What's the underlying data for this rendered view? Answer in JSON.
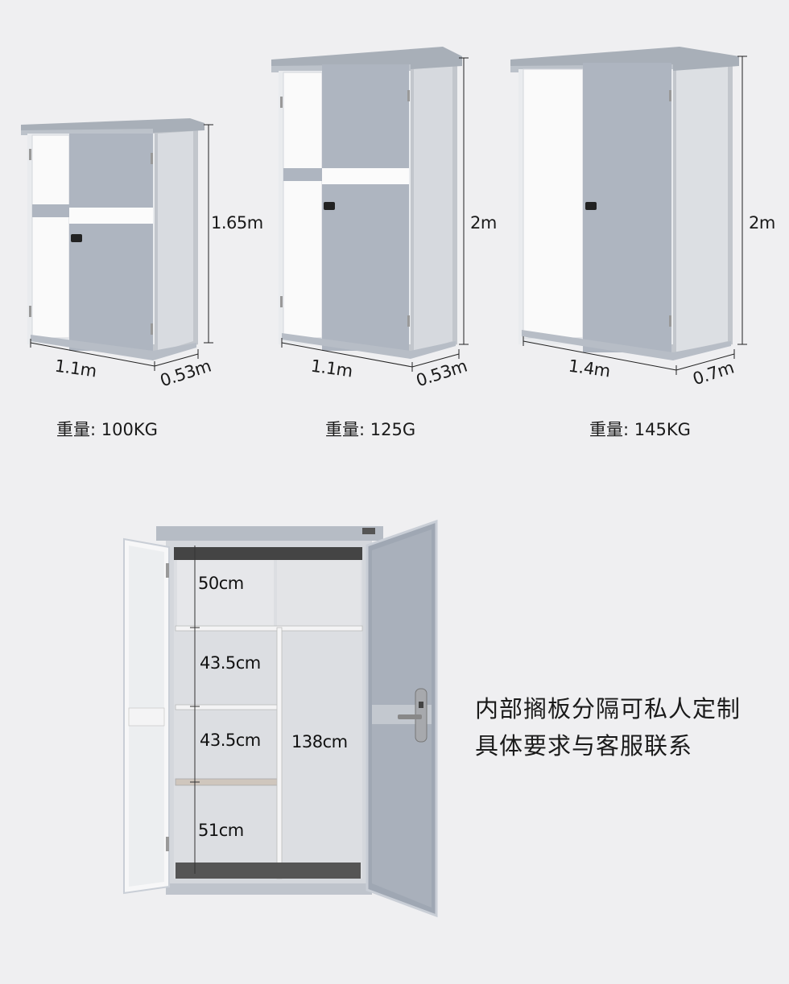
{
  "cabinets": [
    {
      "height": "1.65m",
      "width": "1.1m",
      "depth": "0.53m",
      "weight": "重量: 100KG"
    },
    {
      "height": "2m",
      "width": "1.1m",
      "depth": "0.53m",
      "weight": "重量: 125G"
    },
    {
      "height": "2m",
      "width": "1.4m",
      "depth": "0.7m",
      "weight": "重量: 145KG"
    }
  ],
  "interior": {
    "shelf_1": "50cm",
    "shelf_2": "43.5cm",
    "shelf_3": "43.5cm",
    "shelf_4": "51cm",
    "hanging": "138cm"
  },
  "note": {
    "line1": "内部搁板分隔可私人定制",
    "line2": "具体要求与客服联系"
  },
  "colors": {
    "background": "#efeff1",
    "panel_gray": "#aeb5c0",
    "panel_white": "#fafafa",
    "frame": "#c9ced6"
  }
}
